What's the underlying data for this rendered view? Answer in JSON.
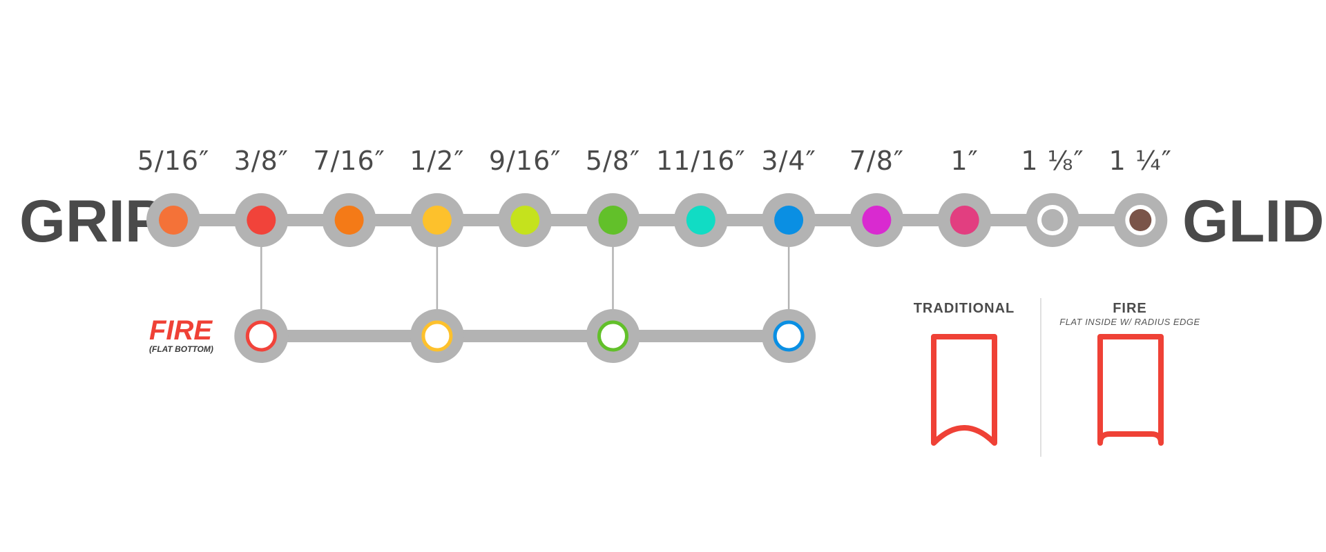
{
  "left_label": "GRIP",
  "right_label": "GLIDE",
  "track_color": "#b3b3b3",
  "sizes": [
    {
      "label": "5/16″",
      "color": "#f47238",
      "style": "solid"
    },
    {
      "label": "3/8″",
      "color": "#f1433a",
      "style": "solid"
    },
    {
      "label": "7/16″",
      "color": "#f47a17",
      "style": "solid"
    },
    {
      "label": "1/2″",
      "color": "#fdc12c",
      "style": "solid"
    },
    {
      "label": "9/16″",
      "color": "#c5e21d",
      "style": "solid"
    },
    {
      "label": "5/8″",
      "color": "#62c02a",
      "style": "solid"
    },
    {
      "label": "11/16″",
      "color": "#11dcc4",
      "style": "solid"
    },
    {
      "label": "3/4″",
      "color": "#0a8fe3",
      "style": "solid"
    },
    {
      "label": "7/8″",
      "color": "#d92ad0",
      "style": "solid"
    },
    {
      "label": "1″",
      "color": "#e23e80",
      "style": "solid"
    },
    {
      "label": "1 ⅛″",
      "color": "#b3b3b3",
      "style": "ring"
    },
    {
      "label": "1 ¼″",
      "color": "#7a5449",
      "style": "ring"
    }
  ],
  "fire": {
    "title": "FIRE",
    "subtitle": "(FLAT BOTTOM)",
    "items": [
      {
        "links_to": 1,
        "color": "#f1433a"
      },
      {
        "links_to": 3,
        "color": "#fdc12c"
      },
      {
        "links_to": 5,
        "color": "#62c02a"
      },
      {
        "links_to": 7,
        "color": "#0a8fe3"
      }
    ]
  },
  "profiles": {
    "traditional": {
      "title": "TRADITIONAL",
      "subtitle": ""
    },
    "fire": {
      "title": "FIRE",
      "subtitle": "FLAT INSIDE W/ RADIUS EDGE"
    },
    "color": "#ef4136",
    "divider_color": "#d6d6d6"
  }
}
